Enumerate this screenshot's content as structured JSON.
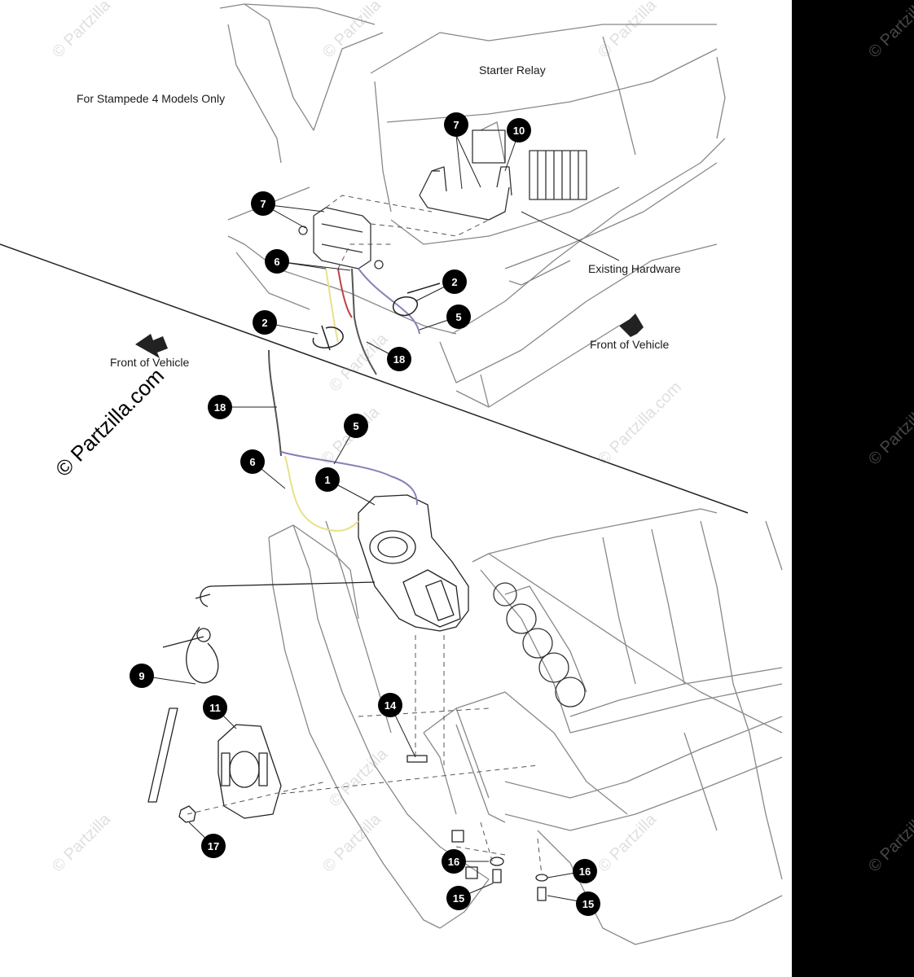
{
  "labels": {
    "models_note": "For Stampede 4 Models Only",
    "starter_relay": "Starter Relay",
    "existing_hardware": "Existing Hardware",
    "front_left": "Front of Vehicle",
    "front_right": "Front of Vehicle"
  },
  "watermark": {
    "main": "© Partzilla.com",
    "tile": "© Partzilla"
  },
  "callouts": [
    "7",
    "10",
    "7",
    "6",
    "2",
    "5",
    "2",
    "18",
    "18",
    "5",
    "6",
    "1",
    "9",
    "11",
    "14",
    "17",
    "16",
    "15",
    "16",
    "15"
  ],
  "colors": {
    "wire_yellow": "#e8e08a",
    "wire_purple": "#8c7fb5",
    "wire_gray": "#555555",
    "wire_red": "#c04040"
  }
}
